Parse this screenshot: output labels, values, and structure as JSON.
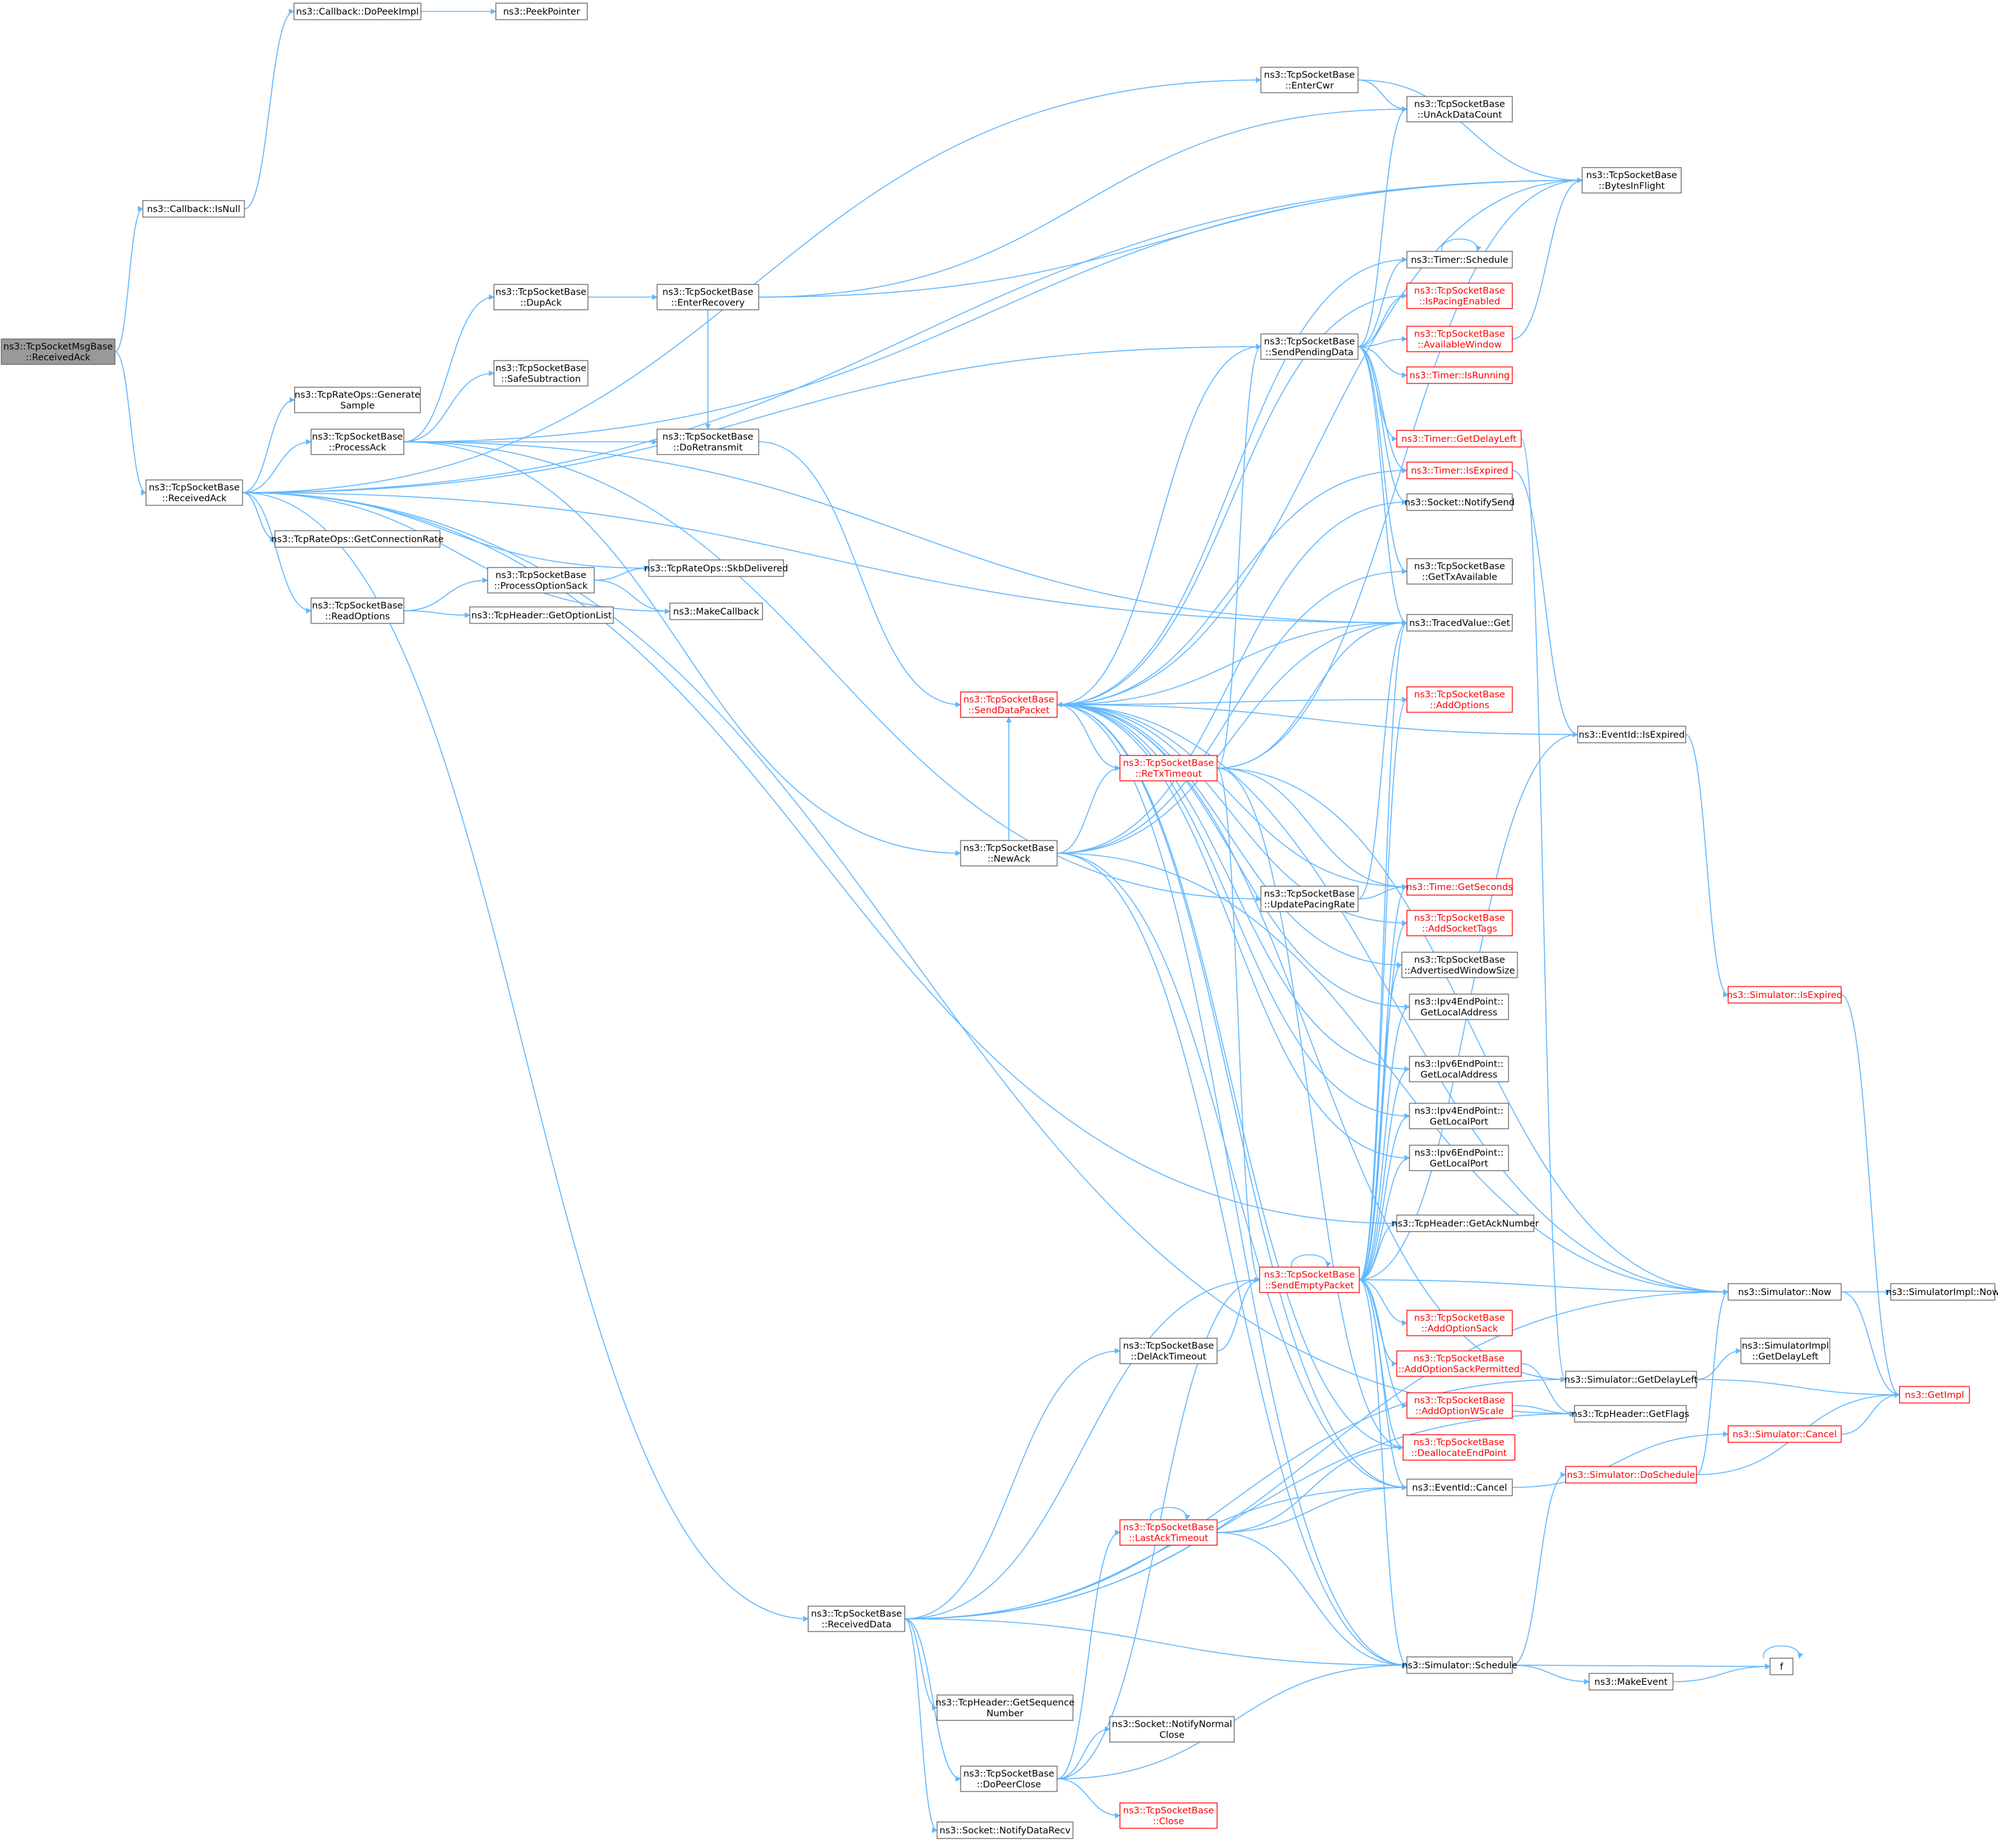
{
  "colors": {
    "edge": "#63b8ff",
    "node_border": "#666666",
    "node_border_red": "#ff0000",
    "focus_fill": "#999999",
    "node_fill": "#ffffff",
    "text": "#000000",
    "text_red": "#ff0000"
  },
  "nodes": [
    {
      "id": "msgbase_receivedack",
      "lines": [
        "ns3::TcpSocketMsgBase",
        "::ReceivedAck"
      ],
      "red": false,
      "focus": true
    },
    {
      "id": "callback_isnull",
      "lines": [
        "ns3::Callback::IsNull"
      ],
      "red": false
    },
    {
      "id": "callback_dopeekimpl",
      "lines": [
        "ns3::Callback::DoPeekImpl"
      ],
      "red": false
    },
    {
      "id": "peekpointer",
      "lines": [
        "ns3::PeekPointer"
      ],
      "red": false
    },
    {
      "id": "receivedack",
      "lines": [
        "ns3::TcpSocketBase",
        "::ReceivedAck"
      ],
      "red": false
    },
    {
      "id": "rate_generatesample",
      "lines": [
        "ns3::TcpRateOps::Generate",
        "Sample"
      ],
      "red": false
    },
    {
      "id": "processack",
      "lines": [
        "ns3::TcpSocketBase",
        "::ProcessAck"
      ],
      "red": false
    },
    {
      "id": "rate_getconnrate",
      "lines": [
        "ns3::TcpRateOps::GetConnectionRate"
      ],
      "red": false
    },
    {
      "id": "readoptions",
      "lines": [
        "ns3::TcpSocketBase",
        "::ReadOptions"
      ],
      "red": false
    },
    {
      "id": "dupack",
      "lines": [
        "ns3::TcpSocketBase",
        "::DupAck"
      ],
      "red": false
    },
    {
      "id": "safesubtraction",
      "lines": [
        "ns3::TcpSocketBase",
        "::SafeSubtraction"
      ],
      "red": false
    },
    {
      "id": "processoptionsack",
      "lines": [
        "ns3::TcpSocketBase",
        "::ProcessOptionSack"
      ],
      "red": false
    },
    {
      "id": "getoptionlist",
      "lines": [
        "ns3::TcpHeader::GetOptionList"
      ],
      "red": false
    },
    {
      "id": "skbdelivered",
      "lines": [
        "ns3::TcpRateOps::SkbDelivered"
      ],
      "red": false
    },
    {
      "id": "makecallback",
      "lines": [
        "ns3::MakeCallback"
      ],
      "red": false
    },
    {
      "id": "enterrecovery",
      "lines": [
        "ns3::TcpSocketBase",
        "::EnterRecovery"
      ],
      "red": false
    },
    {
      "id": "doretransmit",
      "lines": [
        "ns3::TcpSocketBase",
        "::DoRetransmit"
      ],
      "red": false
    },
    {
      "id": "entercwr",
      "lines": [
        "ns3::TcpSocketBase",
        "::EnterCwr"
      ],
      "red": false
    },
    {
      "id": "unackdatacount",
      "lines": [
        "ns3::TcpSocketBase",
        "::UnAckDataCount"
      ],
      "red": false
    },
    {
      "id": "bytesinflight",
      "lines": [
        "ns3::TcpSocketBase",
        "::BytesInFlight"
      ],
      "red": false
    },
    {
      "id": "sendpendingdata",
      "lines": [
        "ns3::TcpSocketBase",
        "::SendPendingData"
      ],
      "red": false
    },
    {
      "id": "timer_schedule",
      "lines": [
        "ns3::Timer::Schedule"
      ],
      "red": false
    },
    {
      "id": "ispacingenabled",
      "lines": [
        "ns3::TcpSocketBase",
        "::IsPacingEnabled"
      ],
      "red": true
    },
    {
      "id": "availablewindow",
      "lines": [
        "ns3::TcpSocketBase",
        "::AvailableWindow"
      ],
      "red": true
    },
    {
      "id": "timer_isrunning",
      "lines": [
        "ns3::Timer::IsRunning"
      ],
      "red": true
    },
    {
      "id": "timer_getdelayleft",
      "lines": [
        "ns3::Timer::GetDelayLeft"
      ],
      "red": true
    },
    {
      "id": "timer_isexpired",
      "lines": [
        "ns3::Timer::IsExpired"
      ],
      "red": true
    },
    {
      "id": "notifysend",
      "lines": [
        "ns3::Socket::NotifySend"
      ],
      "red": false
    },
    {
      "id": "gettxavailable",
      "lines": [
        "ns3::TcpSocketBase",
        "::GetTxAvailable"
      ],
      "red": false
    },
    {
      "id": "tracedvalue_get",
      "lines": [
        "ns3::TracedValue::Get"
      ],
      "red": false
    },
    {
      "id": "senddatapacket",
      "lines": [
        "ns3::TcpSocketBase",
        "::SendDataPacket"
      ],
      "red": true
    },
    {
      "id": "addoptions",
      "lines": [
        "ns3::TcpSocketBase",
        "::AddOptions"
      ],
      "red": true
    },
    {
      "id": "retxtimeout",
      "lines": [
        "ns3::TcpSocketBase",
        "::ReTxTimeout"
      ],
      "red": true
    },
    {
      "id": "eventid_isexpired",
      "lines": [
        "ns3::EventId::IsExpired"
      ],
      "red": false
    },
    {
      "id": "newack",
      "lines": [
        "ns3::TcpSocketBase",
        "::NewAck"
      ],
      "red": false
    },
    {
      "id": "updatepacingrate",
      "lines": [
        "ns3::TcpSocketBase",
        "::UpdatePacingRate"
      ],
      "red": false
    },
    {
      "id": "time_getseconds",
      "lines": [
        "ns3::Time::GetSeconds"
      ],
      "red": true
    },
    {
      "id": "addsockettags",
      "lines": [
        "ns3::TcpSocketBase",
        "::AddSocketTags"
      ],
      "red": true
    },
    {
      "id": "advertisedwindowsize",
      "lines": [
        "ns3::TcpSocketBase",
        "::AdvertisedWindowSize"
      ],
      "red": false
    },
    {
      "id": "ipv4_getlocaladdress",
      "lines": [
        "ns3::Ipv4EndPoint::",
        "GetLocalAddress"
      ],
      "red": false
    },
    {
      "id": "simulator_isexpired",
      "lines": [
        "ns3::Simulator::IsExpired"
      ],
      "red": true
    },
    {
      "id": "ipv6_getlocaladdress",
      "lines": [
        "ns3::Ipv6EndPoint::",
        "GetLocalAddress"
      ],
      "red": false
    },
    {
      "id": "ipv4_getlocalport",
      "lines": [
        "ns3::Ipv4EndPoint::",
        "GetLocalPort"
      ],
      "red": false
    },
    {
      "id": "ipv6_getlocalport",
      "lines": [
        "ns3::Ipv6EndPoint::",
        "GetLocalPort"
      ],
      "red": false
    },
    {
      "id": "getacknumber",
      "lines": [
        "ns3::TcpHeader::GetAckNumber"
      ],
      "red": false
    },
    {
      "id": "sendemptypacket",
      "lines": [
        "ns3::TcpSocketBase",
        "::SendEmptyPacket"
      ],
      "red": true
    },
    {
      "id": "simulator_now",
      "lines": [
        "ns3::Simulator::Now"
      ],
      "red": false
    },
    {
      "id": "simulatorimpl_now",
      "lines": [
        "ns3::SimulatorImpl::Now"
      ],
      "red": false
    },
    {
      "id": "addoptionsack",
      "lines": [
        "ns3::TcpSocketBase",
        "::AddOptionSack"
      ],
      "red": true
    },
    {
      "id": "delacktimeout",
      "lines": [
        "ns3::TcpSocketBase",
        "::DelAckTimeout"
      ],
      "red": false
    },
    {
      "id": "addoptionsackpermitted",
      "lines": [
        "ns3::TcpSocketBase",
        "::AddOptionSackPermitted"
      ],
      "red": true
    },
    {
      "id": "simulatorimpl_getdelayleft",
      "lines": [
        "ns3::SimulatorImpl",
        "::GetDelayLeft"
      ],
      "red": false
    },
    {
      "id": "simulator_getdelayleft",
      "lines": [
        "ns3::Simulator::GetDelayLeft"
      ],
      "red": false
    },
    {
      "id": "addoptionwscale",
      "lines": [
        "ns3::TcpSocketBase",
        "::AddOptionWScale"
      ],
      "red": true
    },
    {
      "id": "getflags",
      "lines": [
        "ns3::TcpHeader::GetFlags"
      ],
      "red": false
    },
    {
      "id": "getimpl",
      "lines": [
        "ns3::GetImpl"
      ],
      "red": true
    },
    {
      "id": "simulator_cancel",
      "lines": [
        "ns3::Simulator::Cancel"
      ],
      "red": true
    },
    {
      "id": "deallocateendpoint",
      "lines": [
        "ns3::TcpSocketBase",
        "::DeallocateEndPoint"
      ],
      "red": true
    },
    {
      "id": "simulator_doschedule",
      "lines": [
        "ns3::Simulator::DoSchedule"
      ],
      "red": true
    },
    {
      "id": "eventid_cancel",
      "lines": [
        "ns3::EventId::Cancel"
      ],
      "red": false
    },
    {
      "id": "lastacktimeout",
      "lines": [
        "ns3::TcpSocketBase",
        "::LastAckTimeout"
      ],
      "red": true
    },
    {
      "id": "receiveddata",
      "lines": [
        "ns3::TcpSocketBase",
        "::ReceivedData"
      ],
      "red": false
    },
    {
      "id": "simulator_schedule",
      "lines": [
        "ns3::Simulator::Schedule"
      ],
      "red": false
    },
    {
      "id": "f",
      "lines": [
        "f"
      ],
      "red": false
    },
    {
      "id": "makeevent",
      "lines": [
        "ns3::MakeEvent"
      ],
      "red": false
    },
    {
      "id": "getsequencenumber",
      "lines": [
        "ns3::TcpHeader::GetSequence",
        "Number"
      ],
      "red": false
    },
    {
      "id": "notifynormalclose",
      "lines": [
        "ns3::Socket::NotifyNormal",
        "Close"
      ],
      "red": false
    },
    {
      "id": "dopeerclose",
      "lines": [
        "ns3::TcpSocketBase",
        "::DoPeerClose"
      ],
      "red": false
    },
    {
      "id": "close",
      "lines": [
        "ns3::TcpSocketBase",
        "::Close"
      ],
      "red": true
    },
    {
      "id": "notifydatarecv",
      "lines": [
        "ns3::Socket::NotifyDataRecv"
      ],
      "red": false
    }
  ]
}
